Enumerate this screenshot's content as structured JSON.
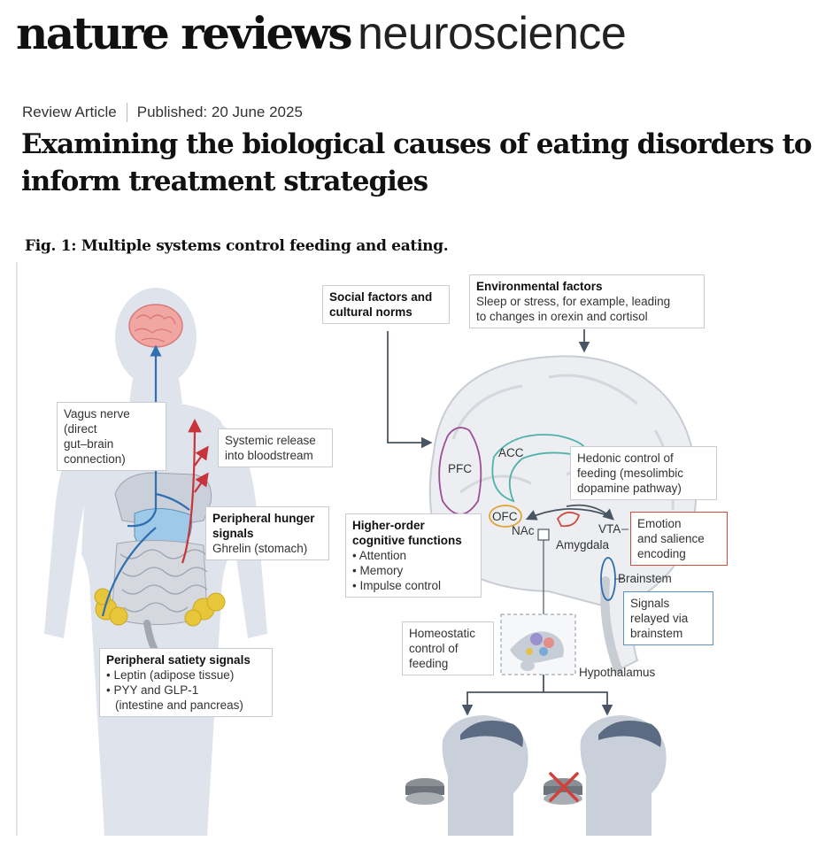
{
  "masthead": {
    "brand": "nature reviews",
    "journal": "neuroscience"
  },
  "article": {
    "type": "Review Article",
    "published": "Published: 20 June 2025",
    "title": "Examining the biological causes of eating disorders to inform treatment strategies"
  },
  "figure": {
    "caption": "Fig. 1: Multiple systems control feeding and eating.",
    "body": {
      "vagus": [
        "Vagus nerve",
        "(direct",
        "gut–brain",
        "connection)"
      ],
      "systemic": [
        "Systemic release",
        "into bloodstream"
      ],
      "hunger_title": "Peripheral hunger signals",
      "hunger_text": "Ghrelin (stomach)",
      "satiety_title": "Peripheral satiety signals",
      "satiety_items": [
        "Leptin (adipose tissue)",
        "PYY and GLP-1",
        "(intestine and pancreas)"
      ]
    },
    "brain": {
      "social": [
        "Social factors and",
        "cultural norms"
      ],
      "env_title": "Environmental factors",
      "env_text": [
        "Sleep or stress, for example, leading",
        "to changes in orexin and cortisol"
      ],
      "pfc": "PFC",
      "acc": "ACC",
      "ofc": "OFC",
      "nac": "NAc",
      "vta": "VTA",
      "amygdala": "Amygdala",
      "brainstem": "Brainstem",
      "hypothalamus": "Hypothalamus",
      "hedonic": [
        "Hedonic control of",
        "feeding (mesolimbic",
        "dopamine pathway)"
      ],
      "emotion": [
        "Emotion",
        "and salience",
        "encoding"
      ],
      "higher_title": [
        "Higher-order",
        "cognitive functions"
      ],
      "higher_items": [
        "Attention",
        "Memory",
        "Impulse control"
      ],
      "signals": [
        "Signals",
        "relayed via",
        "brainstem"
      ],
      "homeostatic": [
        "Homeostatic",
        "control of",
        "feeding"
      ]
    },
    "colors": {
      "pfc": "#9b4f96",
      "acc": "#4fb3a9",
      "ofc": "#e0a43a",
      "amygdala": "#d14b3f",
      "vagus": "#2f6fb0",
      "blood": "#c8343a",
      "silhouette": "#dfe4ec",
      "brain": "#c8cdd4"
    }
  }
}
